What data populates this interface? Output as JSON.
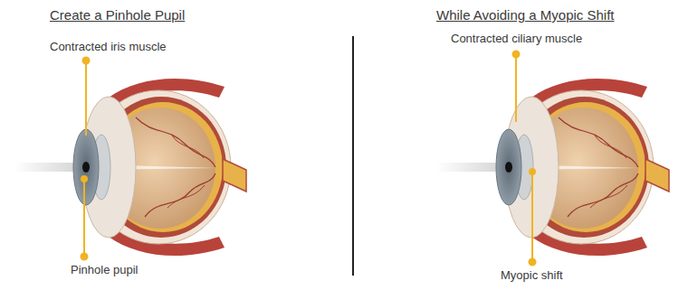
{
  "diagram": {
    "labels": [
      "Create a Pinhole Pupil",
      "Contracted iris muscle",
      "Pinhole pupil",
      "While Avoiding a Myopic Shift",
      "Contracted ciliary muscle",
      "Myopic shift"
    ]
  }
}
